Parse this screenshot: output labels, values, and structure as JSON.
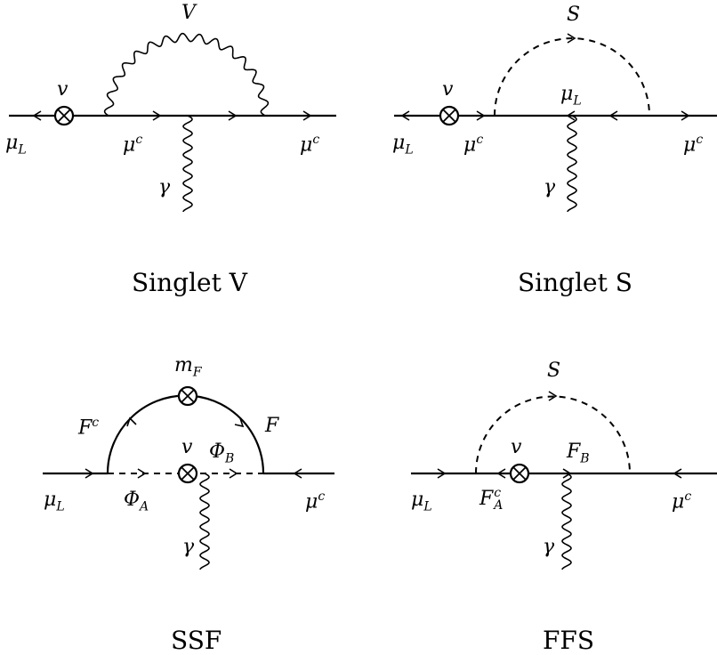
{
  "panels": [
    {
      "caption": "Singlet V",
      "labels": {
        "boson": "V",
        "vev": "v",
        "left": "μ",
        "left_sub": "L",
        "mid": "μ",
        "mid_sup": "c",
        "right": "μ",
        "right_sup": "c",
        "photon": "γ"
      }
    },
    {
      "caption": "Singlet S",
      "labels": {
        "boson": "S",
        "vev": "v",
        "left": "μ",
        "left_sub": "L",
        "mid": "μ",
        "mid_sup": "c",
        "inner": "μ",
        "inner_sub": "L",
        "right": "μ",
        "right_sup": "c",
        "photon": "γ"
      }
    },
    {
      "caption": "SSF",
      "labels": {
        "mass": "m",
        "mass_sub": "F",
        "fc": "F",
        "fc_sup": "c",
        "f": "F",
        "vev": "v",
        "phib": "Φ",
        "phib_sub": "B",
        "left": "μ",
        "left_sub": "L",
        "phia": "Φ",
        "phia_sub": "A",
        "right": "μ",
        "right_sup": "c",
        "photon": "γ"
      }
    },
    {
      "caption": "FFS",
      "labels": {
        "boson": "S",
        "vev": "v",
        "fb": "F",
        "fb_sub": "B",
        "left": "μ",
        "left_sub": "L",
        "fa": "F",
        "fa_sup": "c",
        "fa_sub": "A",
        "right": "μ",
        "right_sup": "c",
        "photon": "γ"
      }
    }
  ]
}
